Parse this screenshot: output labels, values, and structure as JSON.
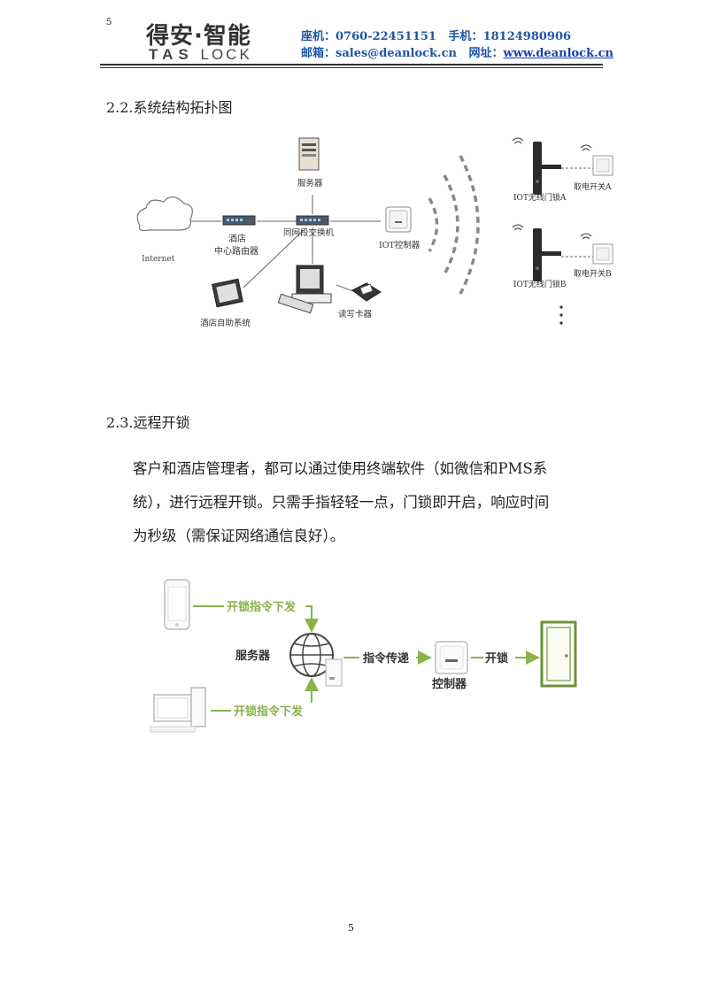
{
  "header": {
    "page_number": "5",
    "logo_cn": "得安·智能",
    "logo_en_bold": "TAS",
    "logo_en_light": "LOCK",
    "landline_label": "座机：",
    "landline": "0760-22451151",
    "mobile_label": "手机：",
    "mobile": "18124980906",
    "email_label": "邮箱：",
    "email": "sales@deanlock.cn",
    "website_label": "网址：",
    "website": "www.deanlock.cn"
  },
  "section_topology": {
    "heading": "2.2.系统结构拓扑图",
    "diagram": {
      "server": "服务器",
      "internet": "Internet",
      "router_line1": "酒店",
      "router_line2": "中心路由器",
      "switch": "同网段交换机",
      "iot_controller": "IOT控制器",
      "self_service": "酒店自助系统",
      "card_reader": "读写卡器",
      "lock_a": "IOT无线门锁A",
      "lock_b": "IOT无线门锁B",
      "switch_a": "取电开关A",
      "switch_b": "取电开关B"
    }
  },
  "section_remote": {
    "heading": "2.3.远程开锁",
    "paragraph_lines": [
      "客户和酒店管理者，都可以通过使用终端软件（如微信和PMS系",
      "统），进行远程开锁。只需手指轻轻一点，门锁即开启，响应时间",
      "为秒级（需保证网络通信良好）。"
    ],
    "flow": {
      "top_command": "开锁指令下发",
      "bottom_command": "开锁指令下发",
      "server": "服务器",
      "relay": "指令传递",
      "controller": "控制器",
      "unlock": "开锁"
    }
  },
  "footer": {
    "page_number": "5"
  },
  "colors": {
    "accent_green": "#8ab34a",
    "header_blue": "#1f55a6"
  }
}
